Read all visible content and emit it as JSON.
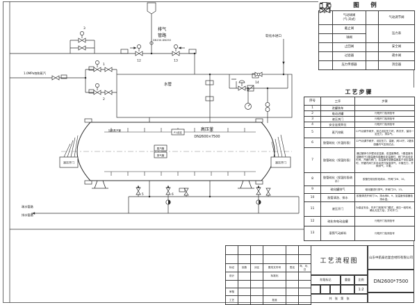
{
  "legend": {
    "title": "图　例",
    "pneu_ball_1": "气动球阀",
    "pneu_ball_2": "（气-开式）",
    "control_valve": "气动调节阀",
    "globe_valve": "截止阀",
    "gauge": "压力表",
    "ball_valve": "球阀",
    "check_valve": "止回阀",
    "safety_valve": "安全阀",
    "filter": "过滤器",
    "trap": "疏水阀",
    "sensor": "压力传感器",
    "silencer": "消音器"
  },
  "steps": {
    "title": "工艺步骤",
    "col_no": "序号",
    "col_proc": "工序",
    "col_step": "步骤",
    "rows": [
      {
        "no": "1",
        "proc": "进罐装车",
        "step": ""
      },
      {
        "no": "2",
        "proc": "电动进罐",
        "step": "行程开门检测信号"
      },
      {
        "no": "3",
        "proc": "液压关门",
        "step": "行程开门检测信号"
      },
      {
        "no": "4",
        "proc": "安全连锁到位",
        "step": "行程开门检测信号"
      },
      {
        "no": "5",
        "proc": "蒸汽排氧",
        "step": "12气动调节阀开，到达设定压力时，再次开，保持一定压力，排杂气。"
      },
      {
        "no": "6",
        "proc": "胶管硫化（升温阶段）",
        "step": "12气动调节阀开，设定压力、温度，阀14开，2路传感器内气压测试点。"
      },
      {
        "no": "7",
        "proc": "胶管硫化（保温阶段）",
        "step": "通过罐体与外壁设定温度，若温度降低，1路温度传感器低于2路温度传感器设定温度时，阀门开启设定时间，开罐内阀门；若温度传感器温度高于设定温度时，开罐内阀门并自动进行保温排气，平衡压力，开阀排气，平衡。"
      },
      {
        "no": "8",
        "proc": "胶管硫化（保温阶段疏水）",
        "step": "胶管在硫化阶段疏水，开阀门26、10。"
      },
      {
        "no": "9",
        "proc": "硫化罐排气",
        "step": "硫化罐进行排气，开阀门25、13。"
      },
      {
        "no": "10",
        "proc": "胶管清洗、排水",
        "step": "胶管清洗开阀门7a，排水阀8、9，加温度传感器检测水温。"
      },
      {
        "no": "11",
        "proc": "液压开门",
        "step": "为保证安全，先开门到宽开门模式，泄压一段时间，确认无压力后，方可开门。"
      },
      {
        "no": "12",
        "proc": "硫化车电动出罐",
        "step": "行程开门检测信号"
      },
      {
        "no": "13",
        "proc": "滚筒气动卸料",
        "step": "行程开门检测信号"
      }
    ]
  },
  "title_block": {
    "rev_headers": [
      "标记",
      "处数",
      "分区",
      "更改文件号",
      "签名",
      "年、月、日"
    ],
    "design": "设计",
    "standardize": "标准化",
    "review": "审核",
    "craft": "工艺",
    "approve": "批准",
    "stage": "阶段标记",
    "weight": "重量",
    "scale_label": "比例",
    "scale": "1:2",
    "sheet": "共　张　第　张",
    "drawing_title": "工艺流程图",
    "company": "山东中航泰达复合材料有限公司",
    "model": "DN2600*7500"
  },
  "diagram": {
    "exhaust_label_1": "排气",
    "exhaust_label_2": "管路",
    "exhaust_spec": "DN150-DN250",
    "soft_water_inlet": "软化水进口",
    "water_pipe": "水管",
    "steam_supply": "1.0MPa饱和蒸汽",
    "vessel_name": "高压釜",
    "vessel_size": "DN2600×7500",
    "hydraulic_door": "液压开门",
    "trap_line": "疏水管路",
    "drain_line": "排水管路",
    "heating_steam_pipe": "加热蒸汽管",
    "steam_pipe": "蒸汽管",
    "exhaust_pipe": "排气管",
    "pressure_tag": "P1设定",
    "v1": "1",
    "v2": "2",
    "v3": "3",
    "v5": "5",
    "v6": "6",
    "v12": "12",
    "v13": "13",
    "v14": "14"
  }
}
